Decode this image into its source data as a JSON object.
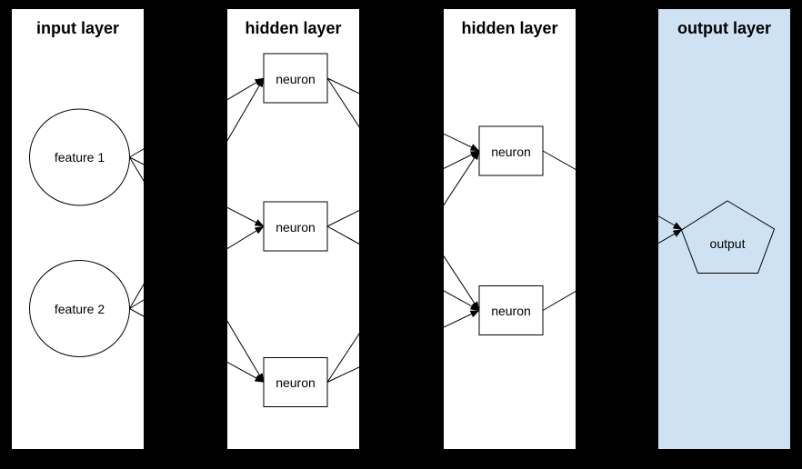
{
  "diagram": {
    "type": "neural-network",
    "background_color": "#000000",
    "panel_fill": "#ffffff",
    "accent_fill": "#cfe2f3",
    "line_color": "#000000",
    "layers": [
      {
        "id": "input",
        "title": "input layer",
        "fill": "#ffffff"
      },
      {
        "id": "hidden1",
        "title": "hidden layer",
        "fill": "#ffffff"
      },
      {
        "id": "hidden2",
        "title": "hidden layer",
        "fill": "#ffffff"
      },
      {
        "id": "output",
        "title": "output layer",
        "fill": "#cfe2f3"
      }
    ],
    "nodes": [
      {
        "id": "feature1",
        "layer": "input",
        "shape": "circle",
        "label": "feature 1"
      },
      {
        "id": "feature2",
        "layer": "input",
        "shape": "circle",
        "label": "feature 2"
      },
      {
        "id": "h1n1",
        "layer": "hidden1",
        "shape": "rectangle",
        "label": "neuron"
      },
      {
        "id": "h1n2",
        "layer": "hidden1",
        "shape": "rectangle",
        "label": "neuron"
      },
      {
        "id": "h1n3",
        "layer": "hidden1",
        "shape": "rectangle",
        "label": "neuron"
      },
      {
        "id": "h2n1",
        "layer": "hidden2",
        "shape": "rectangle",
        "label": "neuron"
      },
      {
        "id": "h2n2",
        "layer": "hidden2",
        "shape": "rectangle",
        "label": "neuron"
      },
      {
        "id": "out1",
        "layer": "output",
        "shape": "pentagon",
        "label": "output"
      }
    ],
    "edges": [
      {
        "from": "feature1",
        "to": "h1n1"
      },
      {
        "from": "feature1",
        "to": "h1n2"
      },
      {
        "from": "feature1",
        "to": "h1n3"
      },
      {
        "from": "feature2",
        "to": "h1n1"
      },
      {
        "from": "feature2",
        "to": "h1n2"
      },
      {
        "from": "feature2",
        "to": "h1n3"
      },
      {
        "from": "h1n1",
        "to": "h2n1"
      },
      {
        "from": "h1n1",
        "to": "h2n2"
      },
      {
        "from": "h1n2",
        "to": "h2n1"
      },
      {
        "from": "h1n2",
        "to": "h2n2"
      },
      {
        "from": "h1n3",
        "to": "h2n1"
      },
      {
        "from": "h1n3",
        "to": "h2n2"
      },
      {
        "from": "h2n1",
        "to": "out1"
      },
      {
        "from": "h2n2",
        "to": "out1"
      }
    ]
  }
}
